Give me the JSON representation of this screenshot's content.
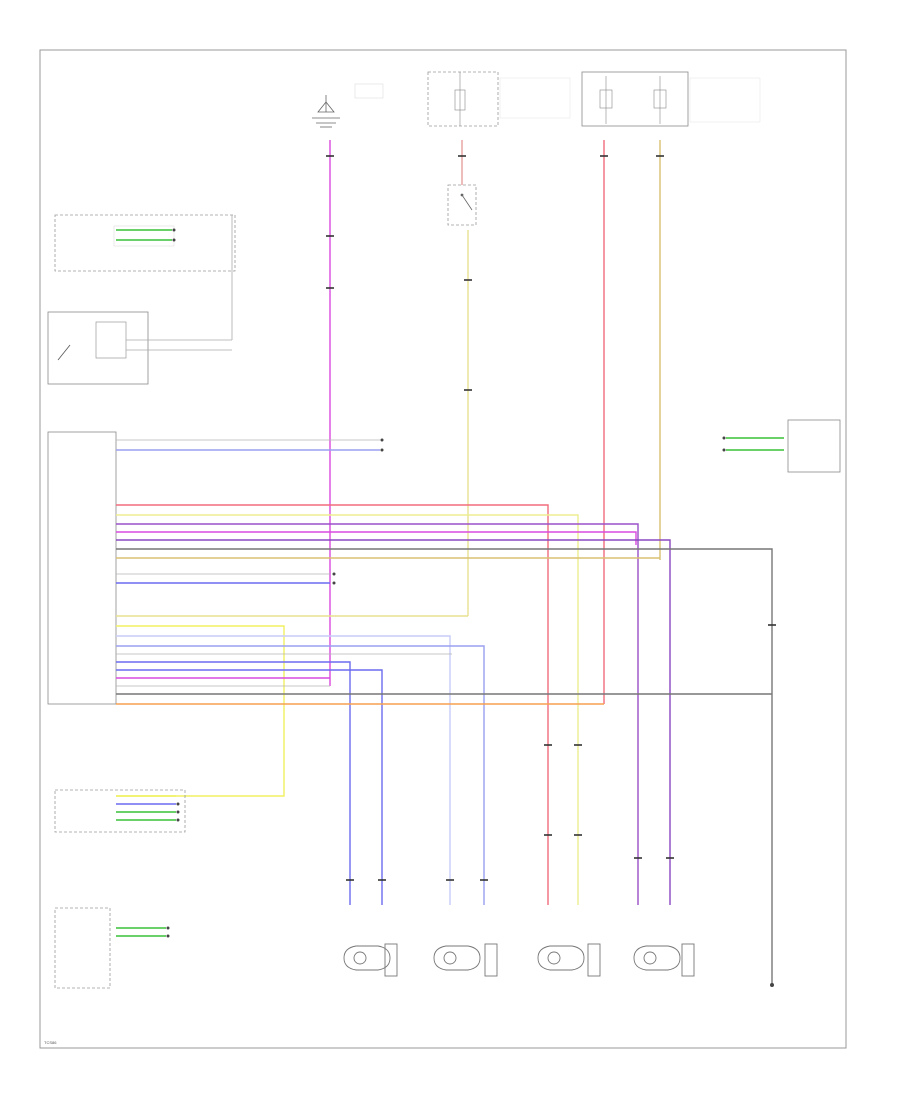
{
  "colors": {
    "pink": "#f26d7d",
    "magenta": "#d94adf",
    "yellow": "#f0f060",
    "tan": "#d8c070",
    "gray": "#777777",
    "blue": "#6b6bf0",
    "lightblue": "#9a9ff0",
    "purple": "#9a50c8",
    "orange": "#f5a050",
    "green": "#38c038",
    "white": "#d8d8d8"
  },
  "footer": {
    "id": "TCS86"
  },
  "wheel_sensors": [
    {
      "key": "lr"
    },
    {
      "key": "lf"
    },
    {
      "key": "rr"
    },
    {
      "key": "rf"
    }
  ]
}
